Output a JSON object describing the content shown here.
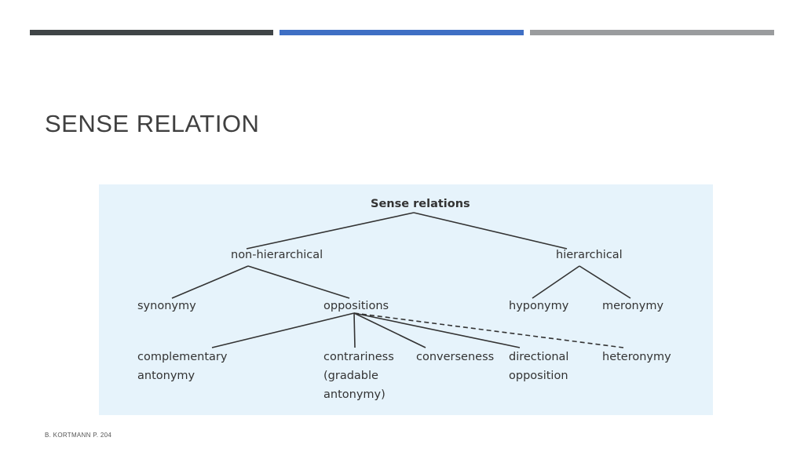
{
  "slide": {
    "title": "SENSE RELATION",
    "footer": "B. KORTMANN P. 204"
  },
  "header_bars": {
    "colors": [
      "#404547",
      "#3f6fc4",
      "#9a9c9e"
    ]
  },
  "diagram": {
    "background": "#e6f3fb",
    "root": "Sense relations",
    "non_hierarchical": "non-hierarchical",
    "hierarchical": "hierarchical",
    "synonymy": "synonymy",
    "oppositions": "oppositions",
    "hyponymy": "hyponymy",
    "meronymy": "meronymy",
    "complementary": [
      "complementary",
      "antonymy"
    ],
    "contrariness": [
      "contrariness",
      "(gradable",
      "antonymy)"
    ],
    "converseness": "converseness",
    "directional": [
      "directional",
      "opposition"
    ],
    "heteronymy": "heteronymy"
  }
}
